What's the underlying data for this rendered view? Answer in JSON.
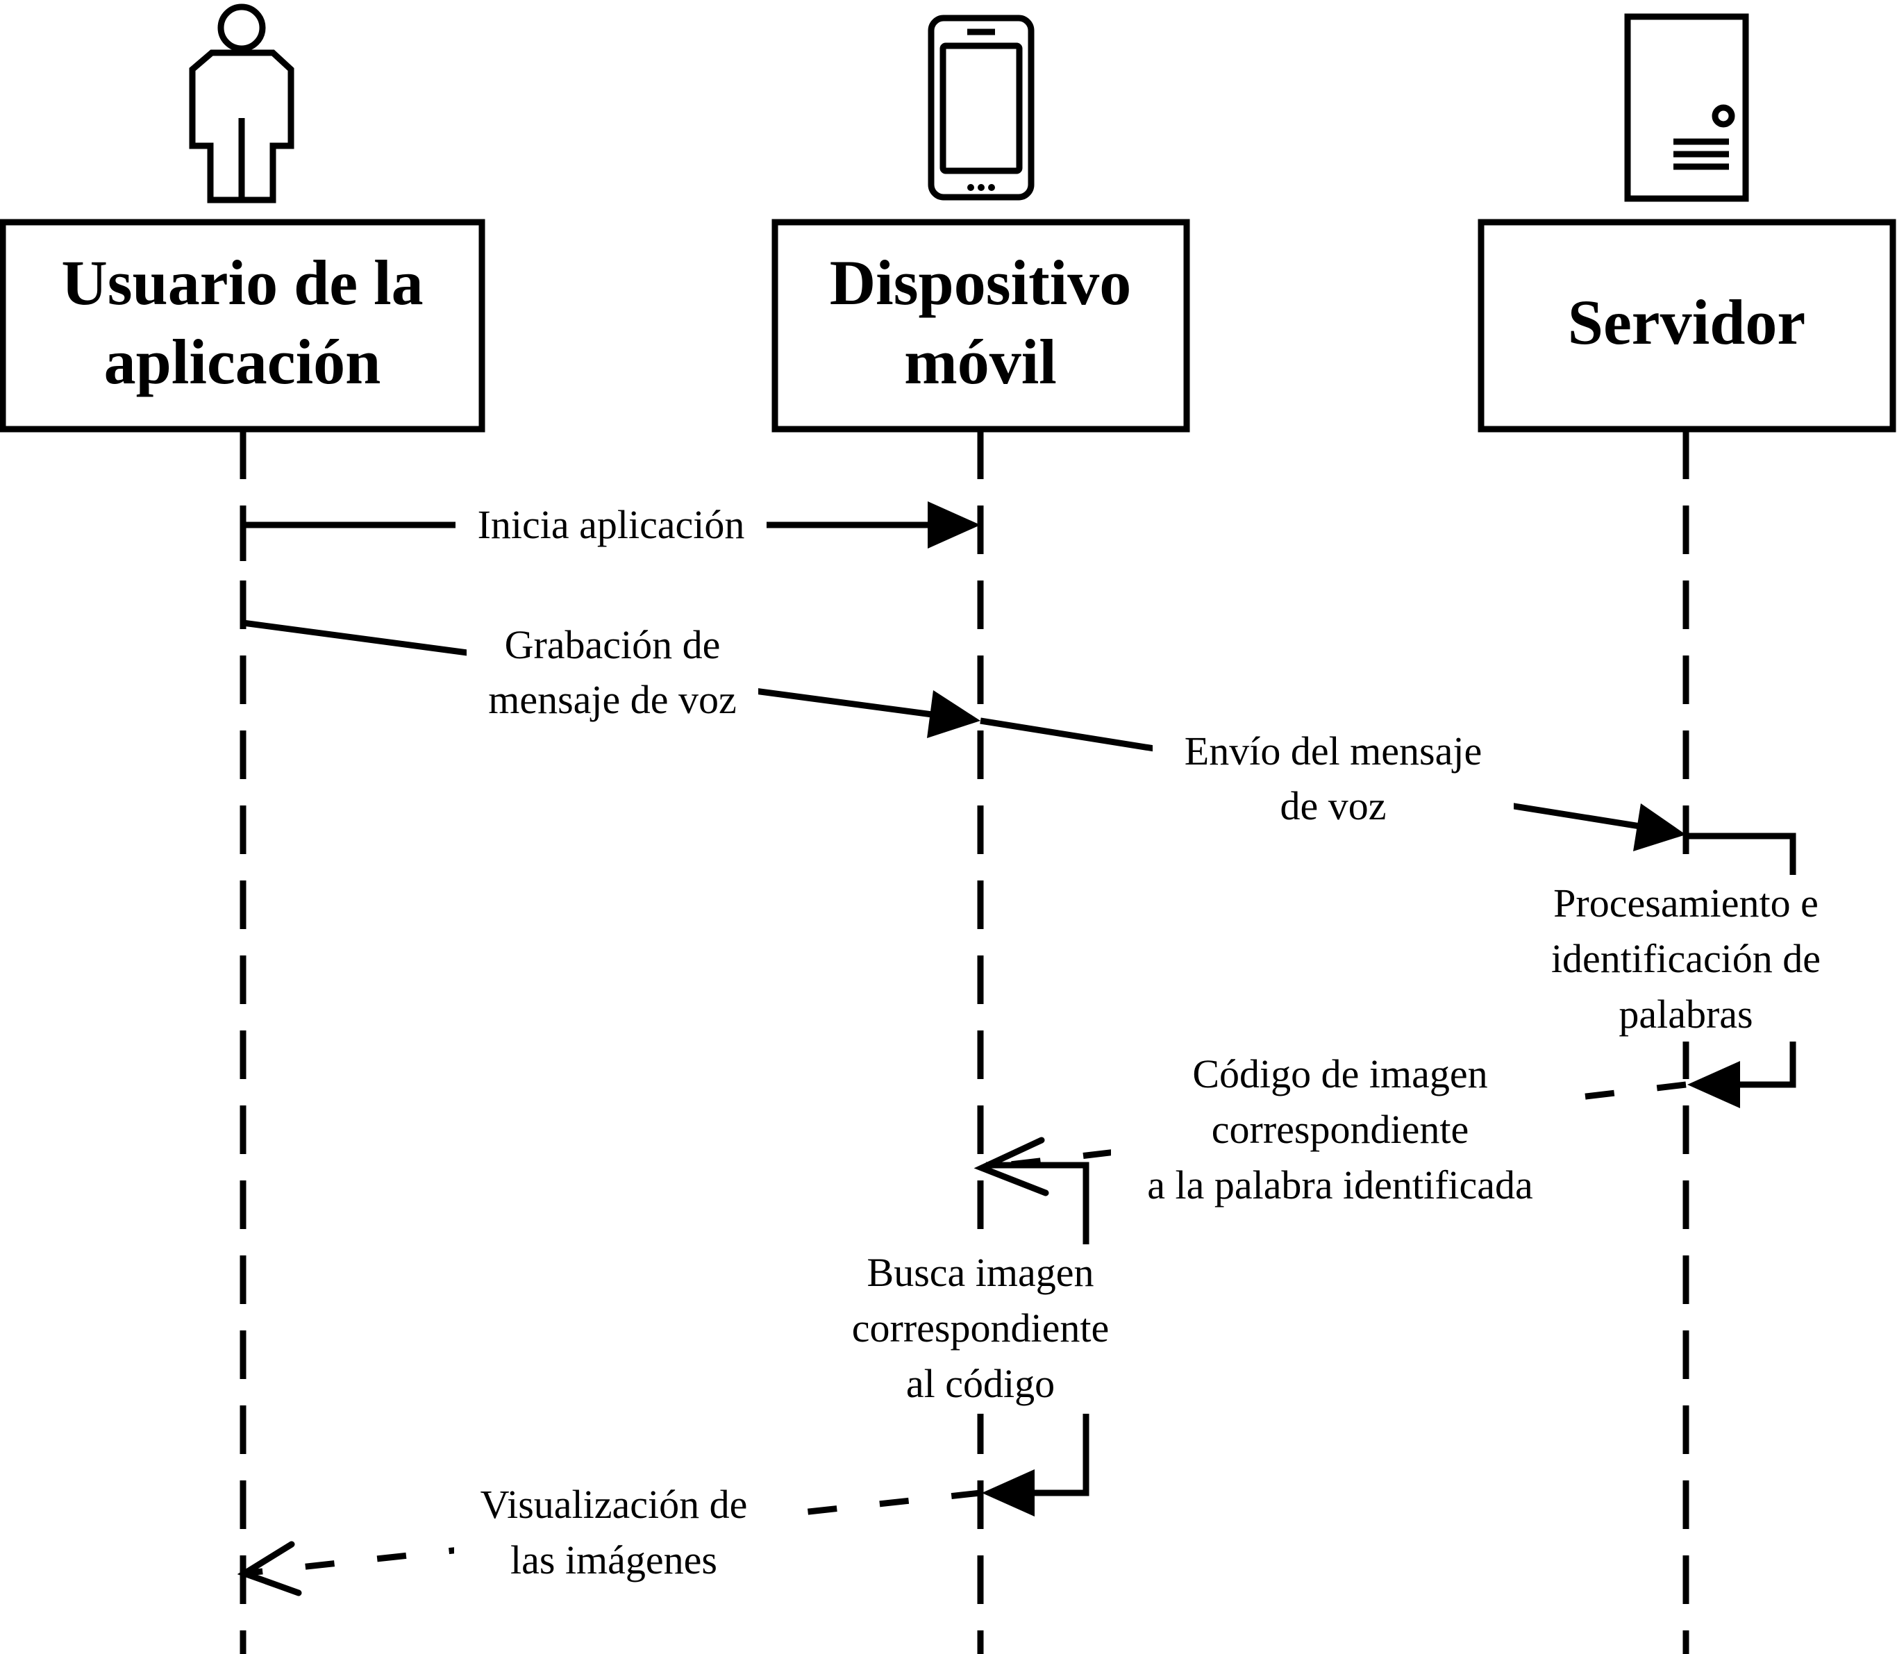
{
  "actors": [
    {
      "id": "usuario",
      "lines": [
        "Usuario de la",
        "aplicación"
      ],
      "icon": "person-icon"
    },
    {
      "id": "dispositivo",
      "lines": [
        "Dispositivo",
        "móvil"
      ],
      "icon": "smartphone-icon"
    },
    {
      "id": "servidor",
      "lines": [
        "Servidor"
      ],
      "icon": "server-icon"
    }
  ],
  "messages": [
    {
      "id": "inicia",
      "lines": [
        "Inicia aplicación"
      ],
      "style": "solid"
    },
    {
      "id": "grabacion",
      "lines": [
        "Grabación de",
        "mensaje de voz"
      ],
      "style": "solid"
    },
    {
      "id": "envio",
      "lines": [
        "Envío del mensaje",
        "de voz"
      ],
      "style": "solid"
    },
    {
      "id": "procesamiento",
      "lines": [
        "Procesamiento e",
        "identificación de",
        "palabras"
      ],
      "style": "self"
    },
    {
      "id": "codigo",
      "lines": [
        "Código de imagen",
        "correspondiente",
        "a la palabra identificada"
      ],
      "style": "dashed"
    },
    {
      "id": "busca",
      "lines": [
        "Busca imagen",
        "correspondiente",
        "al código"
      ],
      "style": "self"
    },
    {
      "id": "visualizacion",
      "lines": [
        "Visualización de",
        "las imágenes"
      ],
      "style": "dashed"
    }
  ]
}
